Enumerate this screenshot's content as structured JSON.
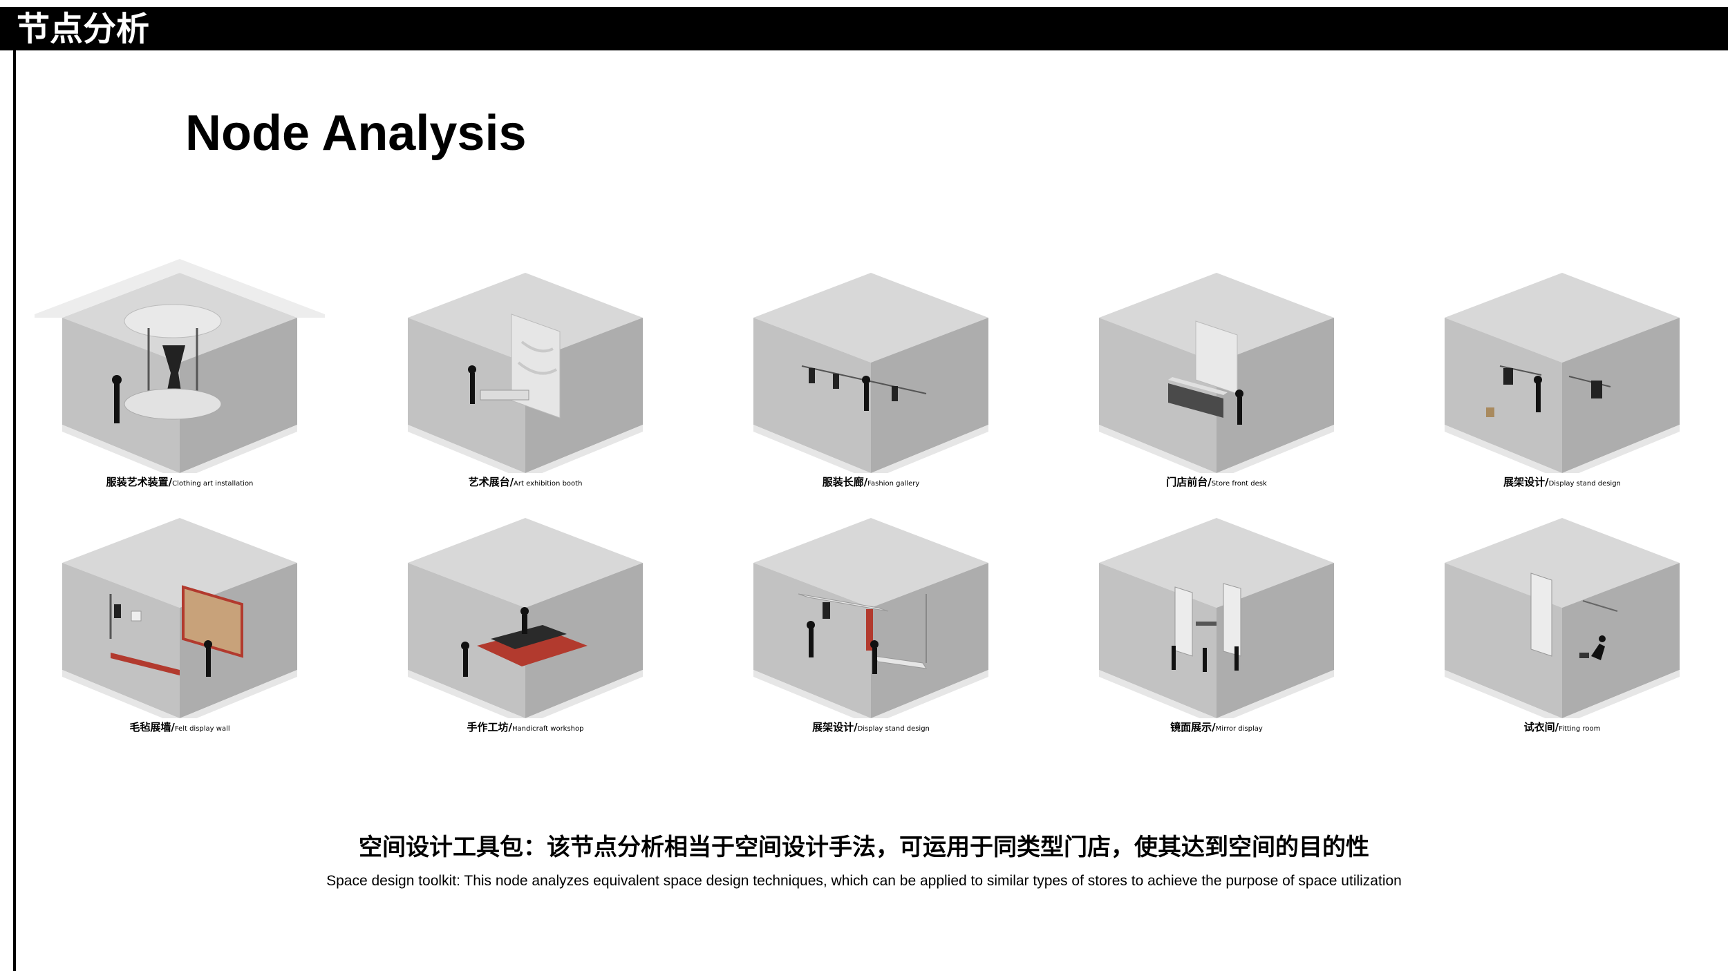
{
  "header": {
    "title": "节点分析"
  },
  "page": {
    "heading": "Node Analysis"
  },
  "nodes": [
    {
      "cn": "服装艺术装置/",
      "en": "Clothing art installation",
      "icon": "clothing-art-installation-icon"
    },
    {
      "cn": "艺术展台/",
      "en": "Art exhibition booth",
      "icon": "art-exhibition-booth-icon"
    },
    {
      "cn": "服装长廊/",
      "en": "Fashion gallery",
      "icon": "fashion-gallery-icon"
    },
    {
      "cn": "门店前台/",
      "en": "Store front desk",
      "icon": "store-front-desk-icon"
    },
    {
      "cn": "展架设计/",
      "en": "Display stand design",
      "icon": "display-stand-icon"
    },
    {
      "cn": "毛毡展墙/",
      "en": "Felt display wall",
      "icon": "felt-display-wall-icon"
    },
    {
      "cn": "手作工坊/",
      "en": "Handicraft workshop",
      "icon": "handicraft-workshop-icon"
    },
    {
      "cn": "展架设计/",
      "en": "Display stand design",
      "icon": "display-stand-icon"
    },
    {
      "cn": "镜面展示/",
      "en": "Mirror display",
      "icon": "mirror-display-icon"
    },
    {
      "cn": "试衣间/",
      "en": "Fitting room",
      "icon": "fitting-room-icon"
    }
  ],
  "summary": {
    "cn": "空间设计工具包：该节点分析相当于空间设计手法，可运用于同类型门店，使其达到空间的目的性",
    "en": "Space design toolkit: This node analyzes equivalent space design techniques, which can be applied to similar types of stores to achieve the purpose of space utilization"
  },
  "colors": {
    "bar": "#000000",
    "room_floor": "#cfcfcf",
    "room_wall_left": "#bdbdbd",
    "room_wall_right": "#a9a9a9",
    "accent_red": "#b23a2e",
    "felt_tan": "#c8a27a"
  }
}
